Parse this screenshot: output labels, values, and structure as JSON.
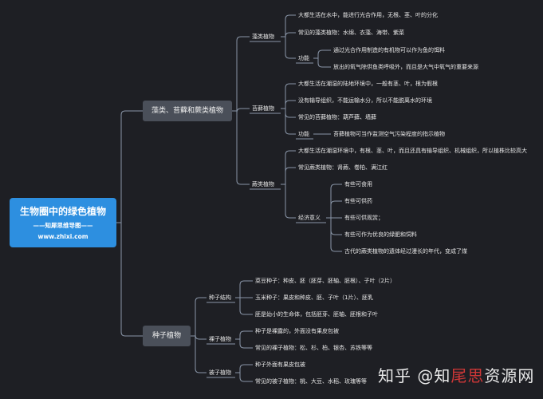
{
  "root": {
    "title": "生物圈中的绿色植物",
    "subtitle": "——知犀思维导图——",
    "site": "www.zhixi.com"
  },
  "branches": {
    "b1": "藻类、苔藓和蕨类植物",
    "b2": "种子植物"
  },
  "algae": {
    "label": "藻类植物",
    "items": [
      "大都生活在水中，能进行光合作用，无根、茎、叶的分化",
      "常见的藻类植物：水绵、衣藻、海带、紫菜"
    ],
    "func_label": "功能",
    "func_items": [
      "通过光合作用制造的有机物可以作为鱼的饵料",
      "放出的氧气除供鱼类呼吸外，而且是大气中氧气的重要来源"
    ]
  },
  "moss": {
    "label": "苔藓植物",
    "items": [
      "大都生活在潮湿的陆地环境中，一般有茎、叶，根为假根",
      "没有输导组织，不能运输水分，所以不能脱离水的环境",
      "常见的苔藓植物：葫芦藓、墙藓"
    ],
    "func_label": "功能",
    "func_item": "苔藓植物可当作监测空气污染程度的指示植物"
  },
  "fern": {
    "label": "蕨类植物",
    "items": [
      "大都生活在潮湿环境中，有根、茎、叶，而且还具有输导组织、机械组织，所以植株比较高大",
      "常见蕨类植物：肾蕨、卷柏、满江红"
    ],
    "econ_label": "经济意义",
    "econ_items": [
      "有些可食用",
      "有些可供药",
      "有些可供观赏；",
      "有些可作为优良的绿肥和饲料",
      "古代的蕨类植物的遗体经过漫长的年代，变成了煤"
    ]
  },
  "seed_struct": {
    "label": "种子结构",
    "items": [
      "菜豆种子：种皮、胚（胚芽、胚轴、胚根）、子叶（2片）",
      "玉米种子：果皮和种皮、胚、子叶（1片）、胚乳",
      "胚是幼小的生命体，包括胚芽、胚轴、胚根和子叶"
    ]
  },
  "gymno": {
    "label": "裸子植物",
    "items": [
      "种子是裸露的，外面没有果皮包被",
      "常见的裸子植物：松、杉、柏、银杏、苏铁等等"
    ]
  },
  "angio": {
    "label": "被子植物",
    "items": [
      "种子外面有果皮包被",
      "常见的被子植物：桃、大豆、水稻、玫瑰等等"
    ]
  },
  "watermark": {
    "part1": "知乎",
    "part2": " @知",
    "part3": "尾思",
    "part4": "资源网"
  },
  "colors": {
    "background": "#1e1f24",
    "root": "#2d8fe0",
    "branch_box": "#4a4f59",
    "line": "#8a96a8",
    "watermark_red": "#e23a3a"
  }
}
